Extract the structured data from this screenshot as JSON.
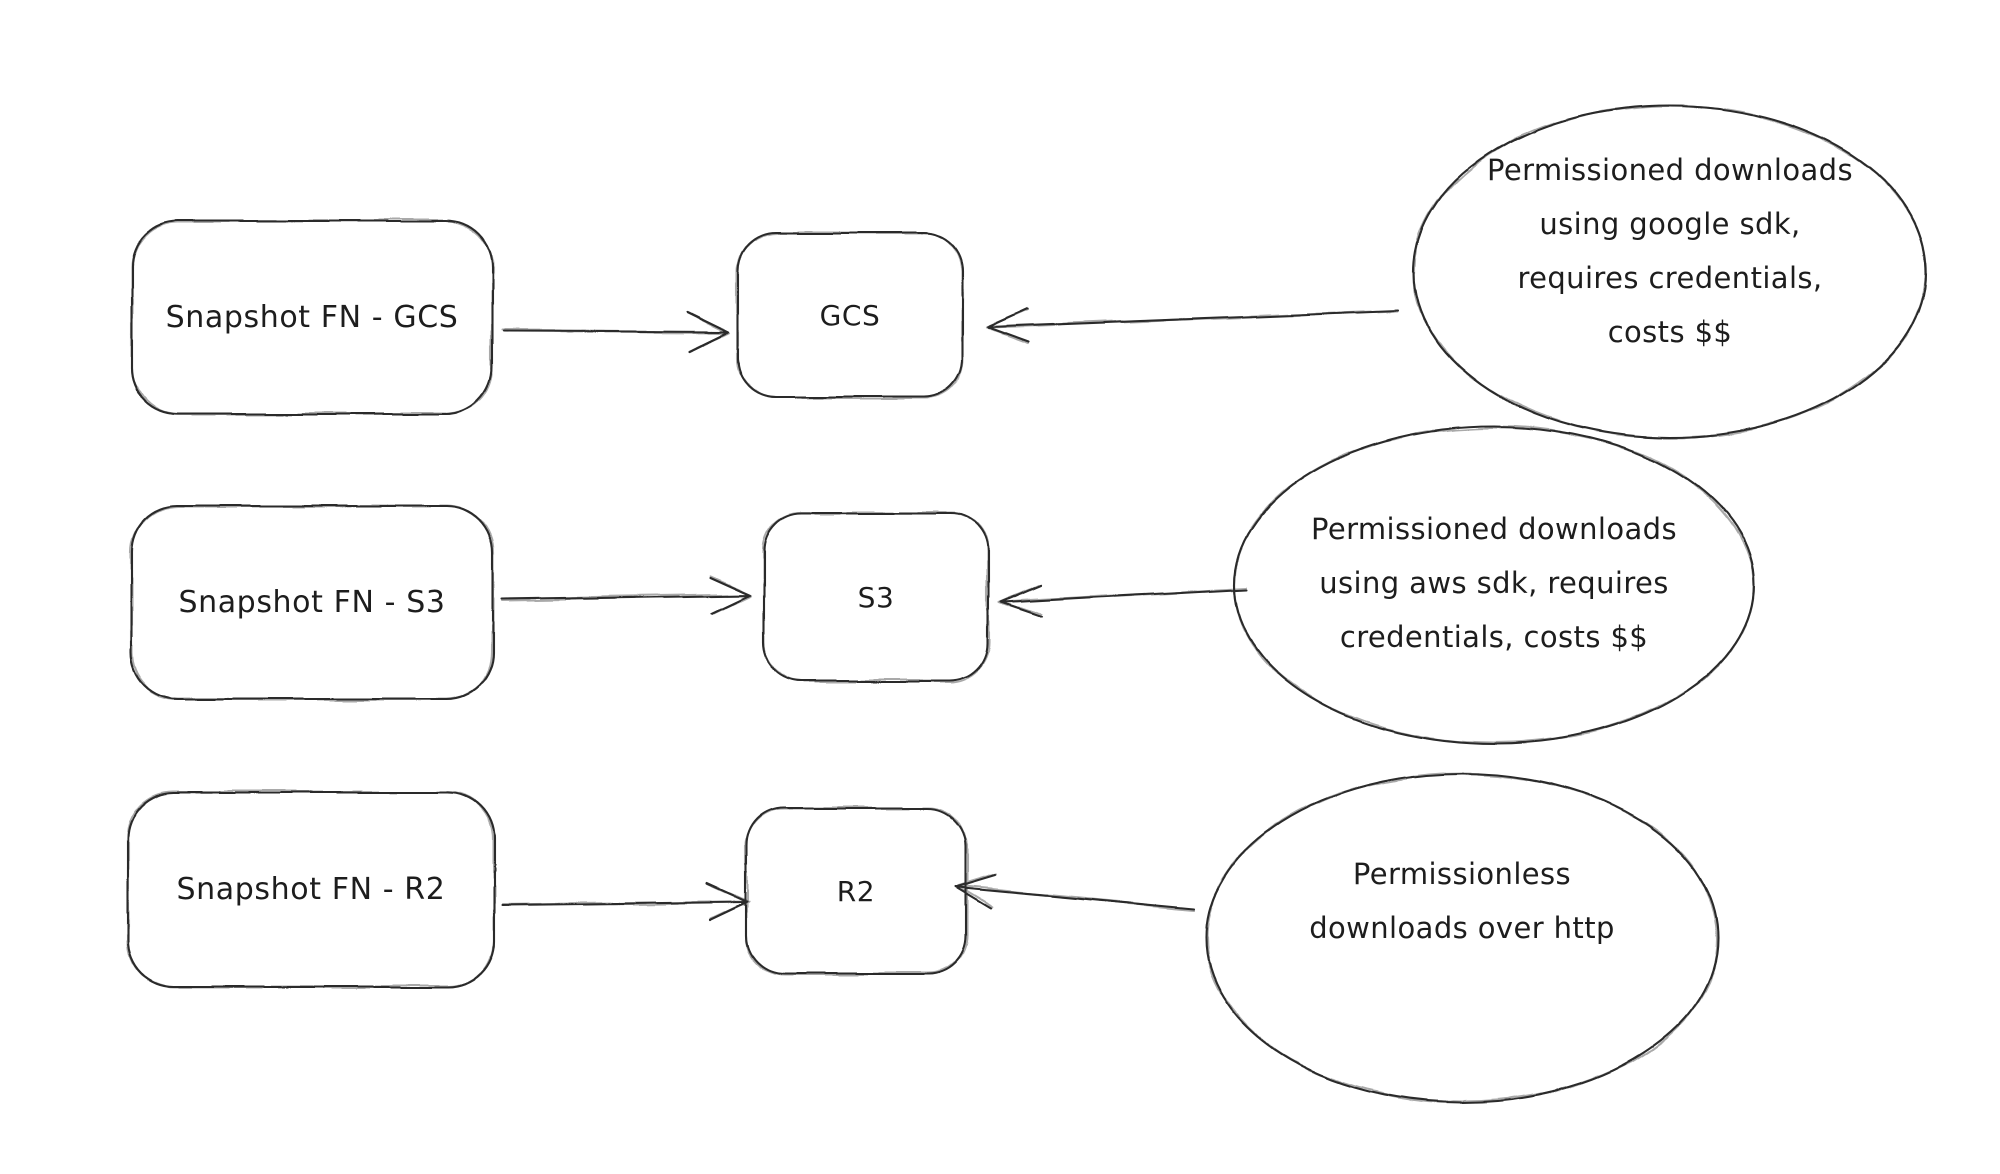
{
  "colors": {
    "stroke": "#2a2a2a",
    "text": "#1d1d1d",
    "background": "#ffffff"
  },
  "rows": [
    {
      "source_label": "Snapshot FN - GCS",
      "target_label": "GCS",
      "note_lines": [
        "Permissioned downloads",
        "using google sdk,",
        "requires credentials,",
        "costs $$"
      ]
    },
    {
      "source_label": "Snapshot FN - S3",
      "target_label": "S3",
      "note_lines": [
        "Permissioned downloads",
        "using aws sdk, requires",
        "credentials, costs $$"
      ]
    },
    {
      "source_label": "Snapshot FN - R2",
      "target_label": "R2",
      "note_lines": [
        "Permissionless",
        "downloads over http"
      ]
    }
  ]
}
